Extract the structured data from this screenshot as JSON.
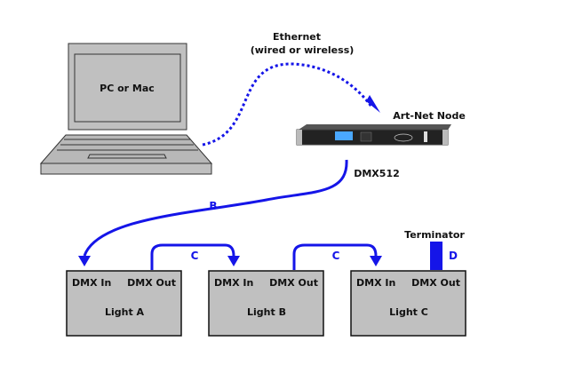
{
  "computer": {
    "label": "PC or Mac"
  },
  "network": {
    "label_line1": "Ethernet",
    "label_line2": "(wired or wireless)"
  },
  "node": {
    "label": "Art-Net Node",
    "output_label": "DMX512"
  },
  "links": {
    "b": "B",
    "c1": "C",
    "c2": "C",
    "d": "D"
  },
  "terminator": {
    "label": "Terminator"
  },
  "lights": [
    {
      "name": "Light A",
      "in": "DMX In",
      "out": "DMX Out"
    },
    {
      "name": "Light B",
      "in": "DMX In",
      "out": "DMX Out"
    },
    {
      "name": "Light C",
      "in": "DMX In",
      "out": "DMX Out"
    }
  ],
  "colors": {
    "cable": "#1515e8",
    "device_fill": "#c0c0c0",
    "outline": "#111111"
  }
}
